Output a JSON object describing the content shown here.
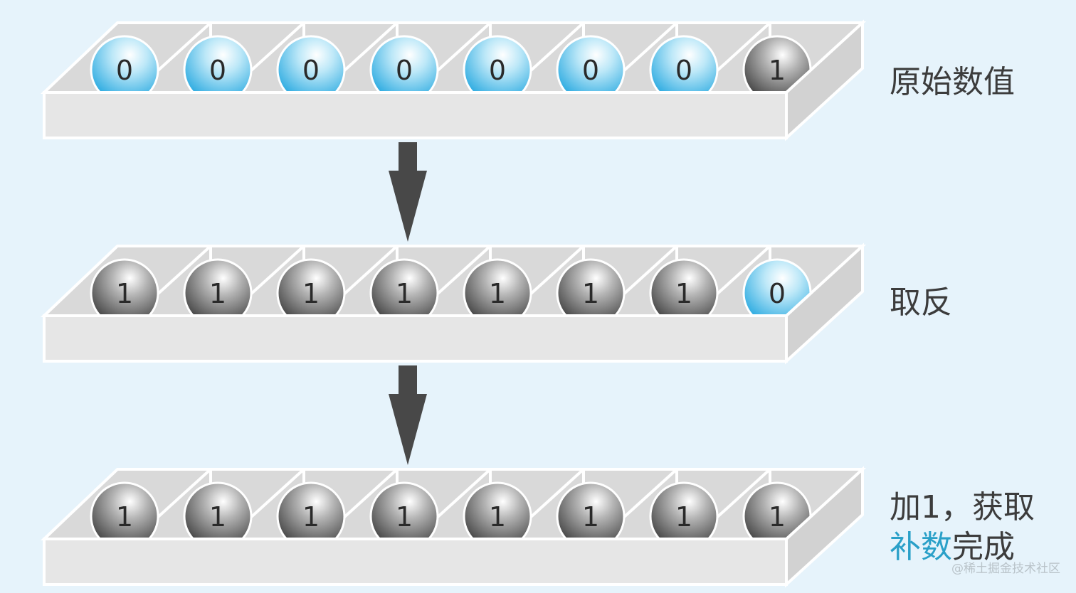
{
  "rows": [
    {
      "label": "原始数值",
      "bits": [
        "0",
        "0",
        "0",
        "0",
        "0",
        "0",
        "0",
        "1"
      ]
    },
    {
      "label": "取反",
      "bits": [
        "1",
        "1",
        "1",
        "1",
        "1",
        "1",
        "1",
        "0"
      ]
    },
    {
      "label_line1": "加1，获取",
      "label_line2_highlight": "补数",
      "label_line2_rest": "完成",
      "bits": [
        "1",
        "1",
        "1",
        "1",
        "1",
        "1",
        "1",
        "1"
      ]
    }
  ],
  "watermark": "@稀土掘金技术社区",
  "colors": {
    "background": "#e6f3fb",
    "tray": "#e5e5e5",
    "tray_stroke": "#ffffff",
    "zero_ball": "#3cb4e6",
    "one_ball": "#5a5a5a",
    "arrow": "#484848",
    "highlight_text": "#2aa0c8"
  },
  "icons": {
    "down_arrow": "down-arrow-icon",
    "zero_ball": "blue-ball-icon",
    "one_ball": "gray-ball-icon"
  }
}
